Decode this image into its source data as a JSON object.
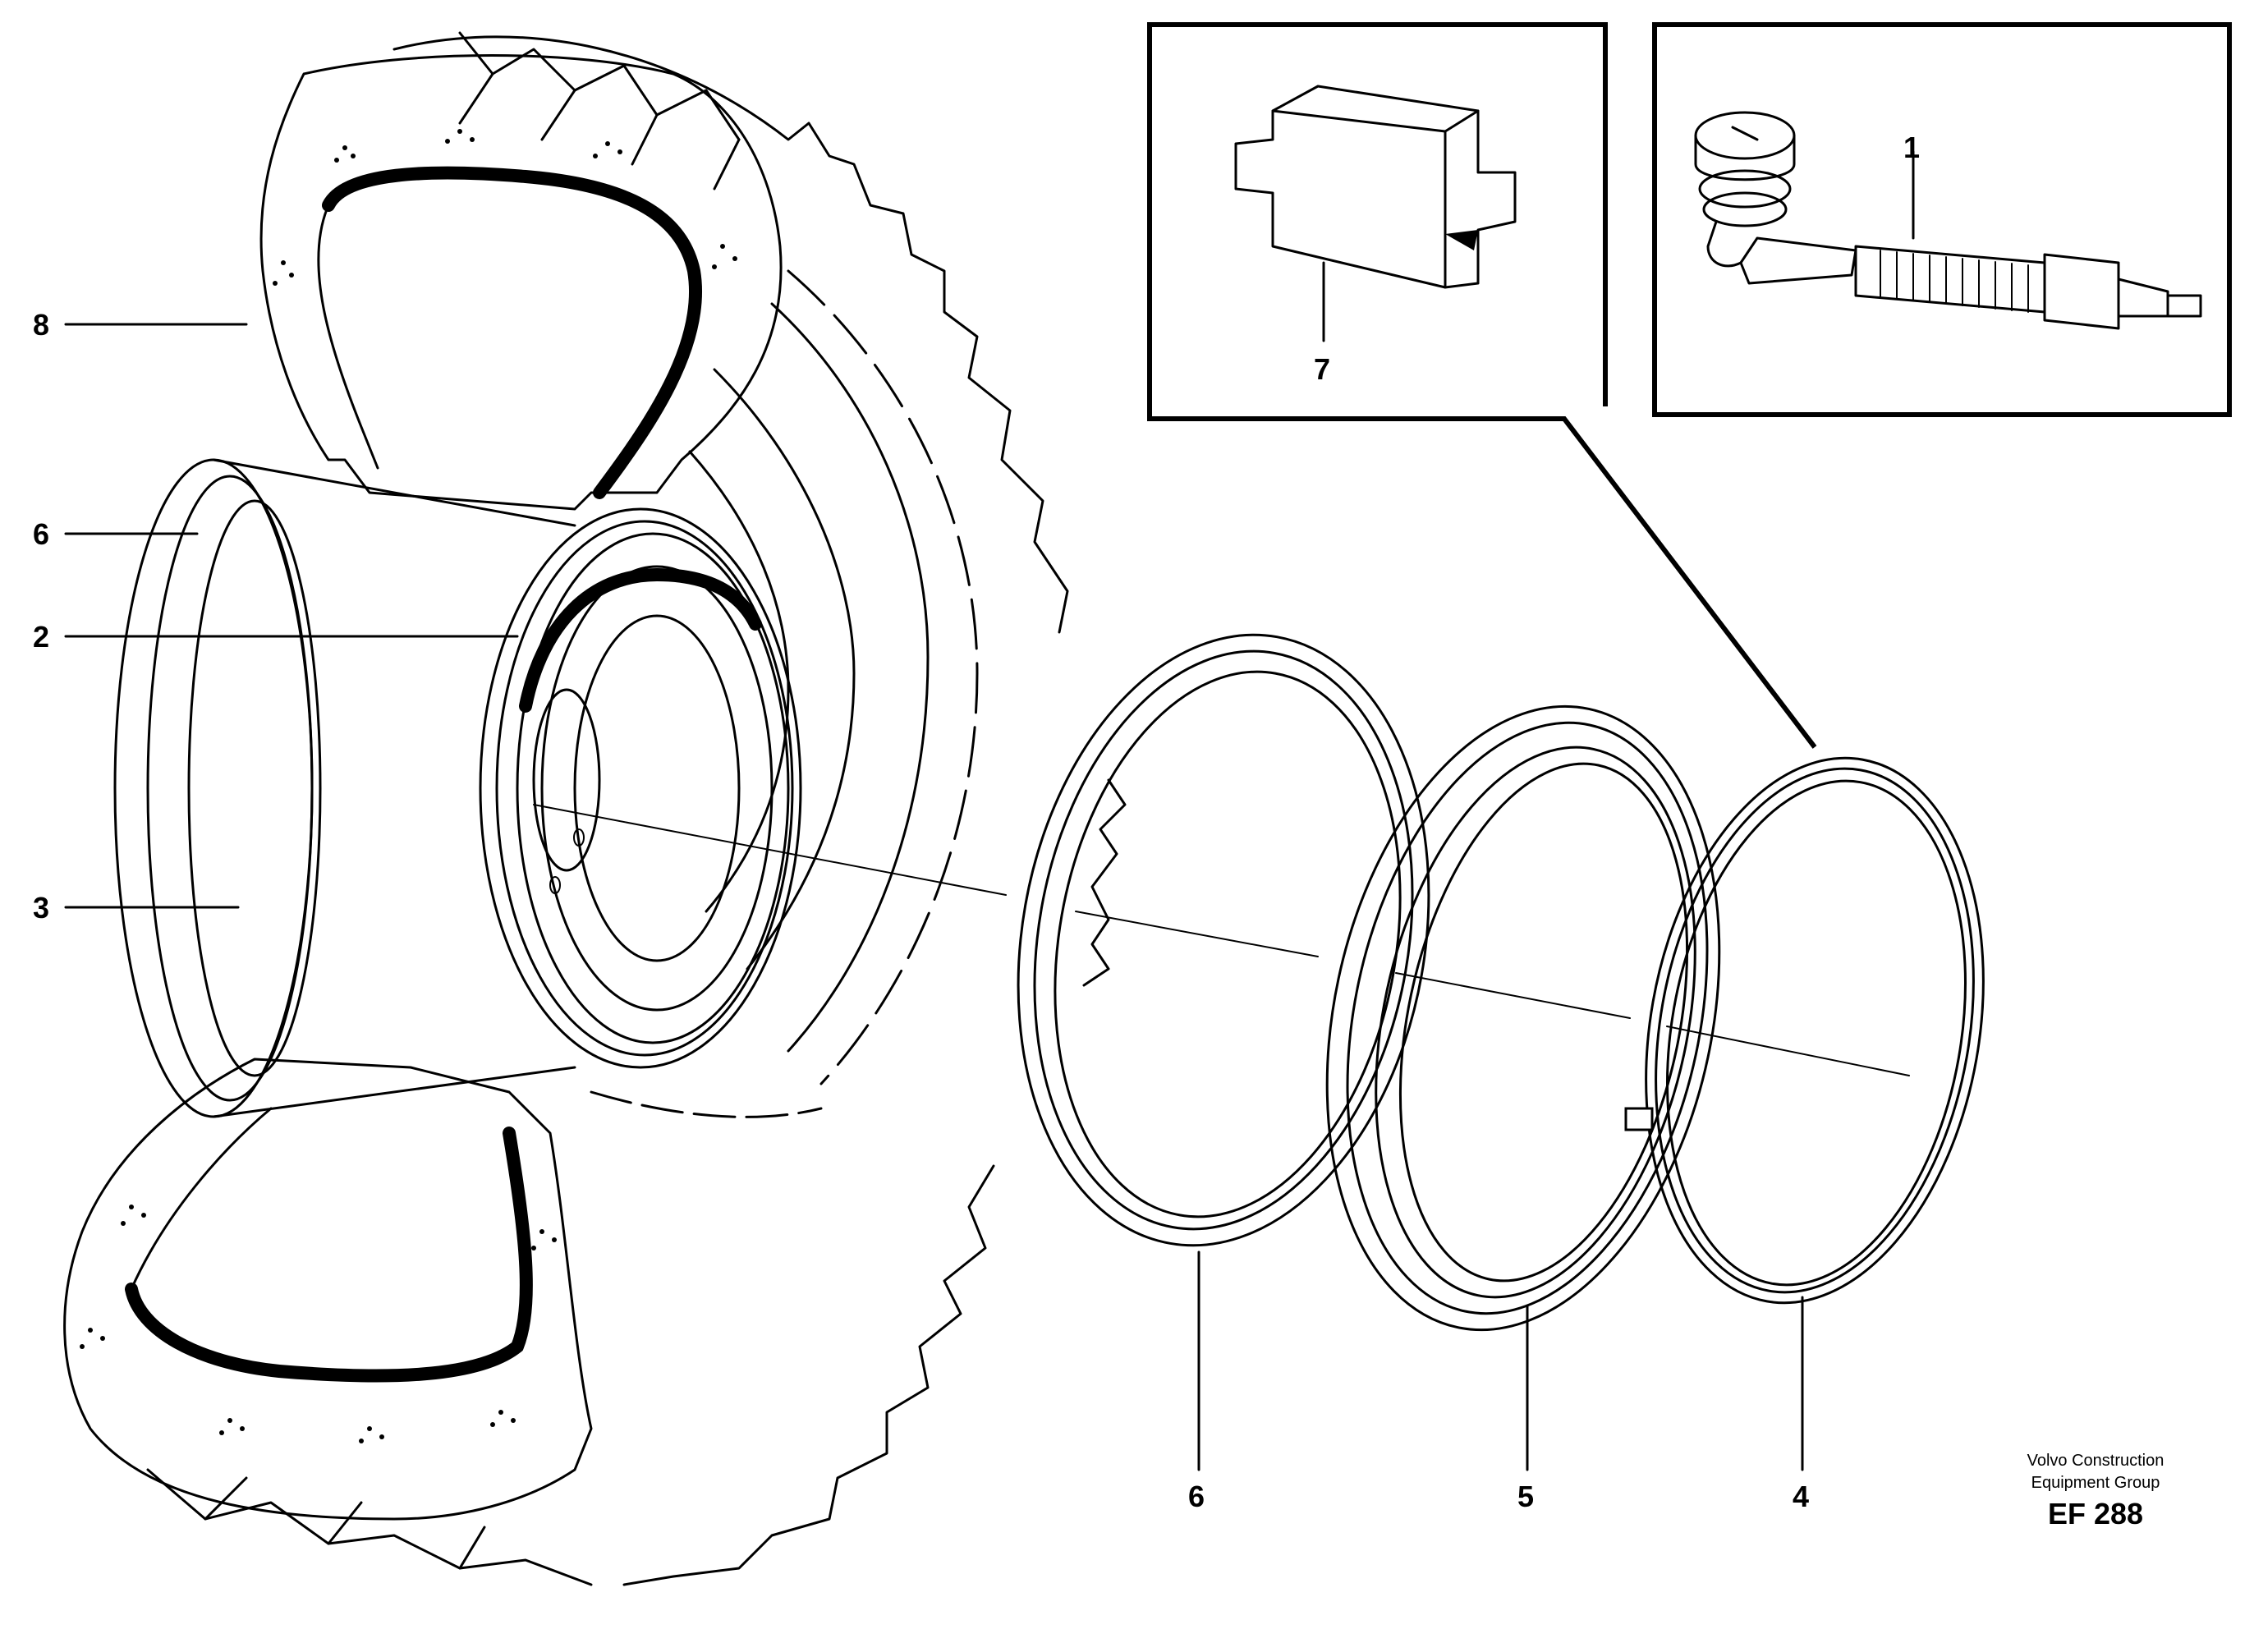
{
  "callouts": {
    "c8_left": "8",
    "c6_left": "6",
    "c2_left": "2",
    "c3_left": "3",
    "c7_box": "7",
    "c1_box": "1",
    "c6_bottom": "6",
    "c5_bottom": "5",
    "c4_bottom": "4"
  },
  "credit": {
    "line1": "Volvo Construction",
    "line2": "Equipment Group",
    "figure_id": "EF 288"
  }
}
